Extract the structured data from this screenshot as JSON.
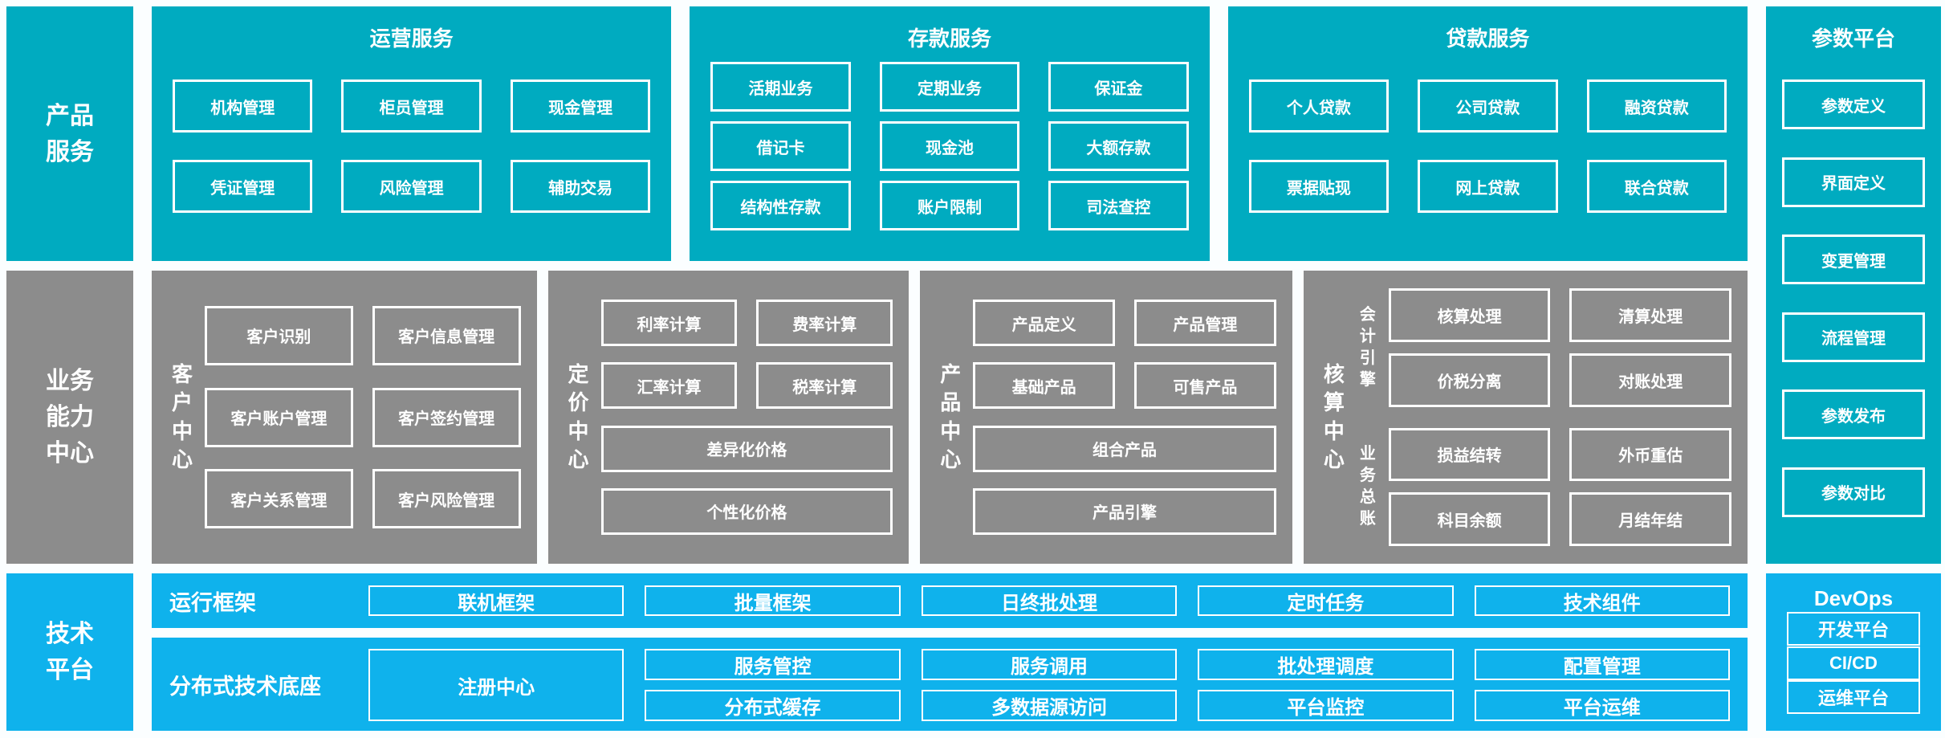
{
  "palette": {
    "teal": "#00ABC0",
    "gray": "#8C8C8C",
    "blue": "#0FB2EC",
    "background": "#FBFEFF",
    "box_border": "#FFFFFF"
  },
  "left_labels": {
    "product_services": "产品服务",
    "business_capability": "业务能力中心",
    "tech_platform": "技术平台"
  },
  "top_sections": [
    {
      "title": "运营服务",
      "rows": [
        [
          "机构管理",
          "柜员管理",
          "现金管理"
        ],
        [
          "凭证管理",
          "风险管理",
          "辅助交易"
        ]
      ]
    },
    {
      "title": "存款服务",
      "rows": [
        [
          "活期业务",
          "定期业务",
          "保证金"
        ],
        [
          "借记卡",
          "现金池",
          "大额存款"
        ],
        [
          "结构性存款",
          "账户限制",
          "司法查控"
        ]
      ]
    },
    {
      "title": "贷款服务",
      "rows": [
        [
          "个人贷款",
          "公司贷款",
          "融资贷款"
        ],
        [
          "票据贴现",
          "网上贷款",
          "联合贷款"
        ]
      ]
    }
  ],
  "param_platform": {
    "title": "参数平台",
    "items": [
      "参数定义",
      "界面定义",
      "变更管理",
      "流程管理",
      "参数发布",
      "参数对比"
    ]
  },
  "capability_blocks": [
    {
      "label": "客户中心",
      "rows": [
        [
          "客户识别",
          "客户信息管理"
        ],
        [
          "客户账户管理",
          "客户签约管理"
        ],
        [
          "客户关系管理",
          "客户风险管理"
        ]
      ]
    },
    {
      "label": "定价中心",
      "rows": [
        [
          "利率计算",
          "费率计算"
        ],
        [
          "汇率计算",
          "税率计算"
        ]
      ],
      "full_rows": [
        "差异化价格",
        "个性化价格"
      ]
    },
    {
      "label": "产品中心",
      "rows": [
        [
          "产品定义",
          "产品管理"
        ],
        [
          "基础产品",
          "可售产品"
        ]
      ],
      "full_rows": [
        "组合产品",
        "产品引擎"
      ]
    },
    {
      "label": "核算中心",
      "groups": [
        {
          "label": "会计引擎",
          "rows": [
            [
              "核算处理",
              "清算处理"
            ],
            [
              "价税分离",
              "对账处理"
            ]
          ]
        },
        {
          "label": "业务总账",
          "rows": [
            [
              "损益结转",
              "外币重估"
            ],
            [
              "科目余额",
              "月结年结"
            ]
          ]
        }
      ]
    }
  ],
  "runtime_framework": {
    "label": "运行框架",
    "items": [
      "联机框架",
      "批量框架",
      "日终批处理",
      "定时任务",
      "技术组件"
    ]
  },
  "distributed_base": {
    "label": "分布式技术底座",
    "tall_item": "注册中心",
    "grid": [
      [
        "服务管控",
        "服务调用",
        "批处理调度",
        "配置管理"
      ],
      [
        "分布式缓存",
        "多数据源访问",
        "平台监控",
        "平台运维"
      ]
    ]
  },
  "devops": {
    "title": "DevOps",
    "items": [
      "开发平台",
      "CI/CD",
      "运维平台"
    ]
  }
}
